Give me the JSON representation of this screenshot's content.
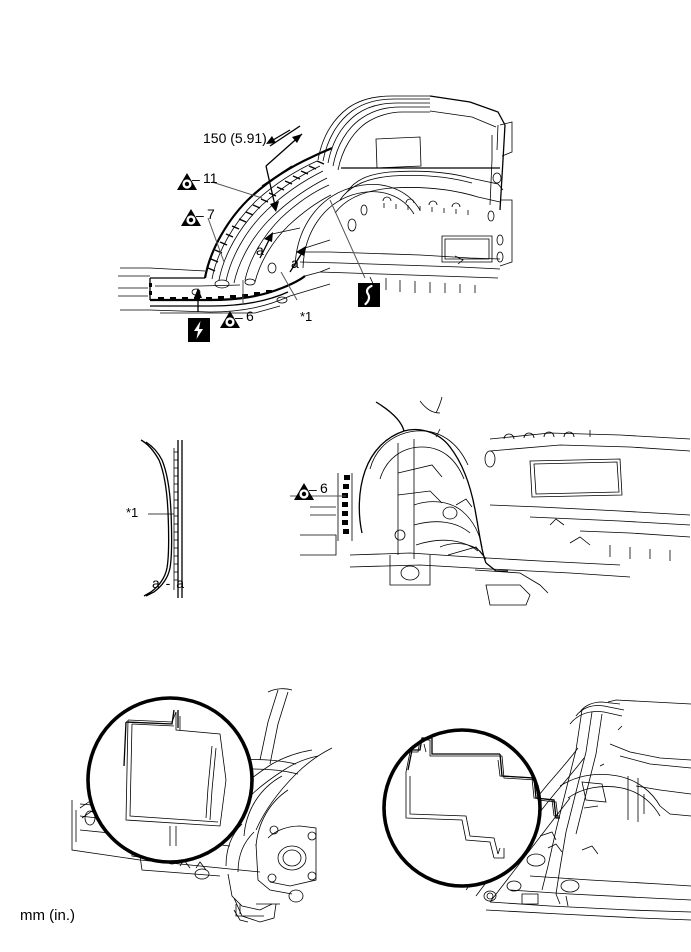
{
  "document": {
    "type": "vehicle-body-repair-illustration",
    "unit_note": "mm (in.)"
  },
  "figure_top": {
    "name": "quarter-panel-weld-sealer-layout",
    "dimension_label": "150 (5.91)",
    "callouts": [
      {
        "id": "weld-11",
        "symbol": "triangle-dot",
        "value": "11"
      },
      {
        "id": "weld-7",
        "symbol": "triangle-dot",
        "value": "7"
      },
      {
        "id": "weld-6",
        "symbol": "triangle-dot",
        "value": "6"
      },
      {
        "id": "note-1",
        "symbol": "asterisk-note",
        "value": "*1"
      }
    ],
    "section_marks": [
      {
        "id": "section-a-upper",
        "value": "a"
      },
      {
        "id": "section-a-lower",
        "value": "a"
      }
    ],
    "icons": [
      {
        "id": "spot-weld-icon",
        "symbol": "lightning-bolt"
      },
      {
        "id": "sealer-icon",
        "symbol": "s-curve"
      }
    ]
  },
  "figure_section": {
    "name": "section-a-a-detail",
    "title": "a - a",
    "callouts": [
      {
        "id": "note-1",
        "symbol": "asterisk-note",
        "value": "*1"
      }
    ]
  },
  "figure_wheelhouse": {
    "name": "wheel-house-inner-view",
    "callouts": [
      {
        "id": "weld-6",
        "symbol": "triangle-dot",
        "value": "6"
      }
    ]
  },
  "figure_bottom_left": {
    "name": "rocker-front-detail-circle",
    "detail_shape": "bracket-outline"
  },
  "figure_bottom_right": {
    "name": "center-pillar-detail-circle",
    "detail_shape": "step-bracket-outline"
  },
  "footer": {
    "unit_label": "mm (in.)"
  },
  "colors": {
    "ink": "#000000",
    "leader": "#555555",
    "background": "#ffffff"
  }
}
